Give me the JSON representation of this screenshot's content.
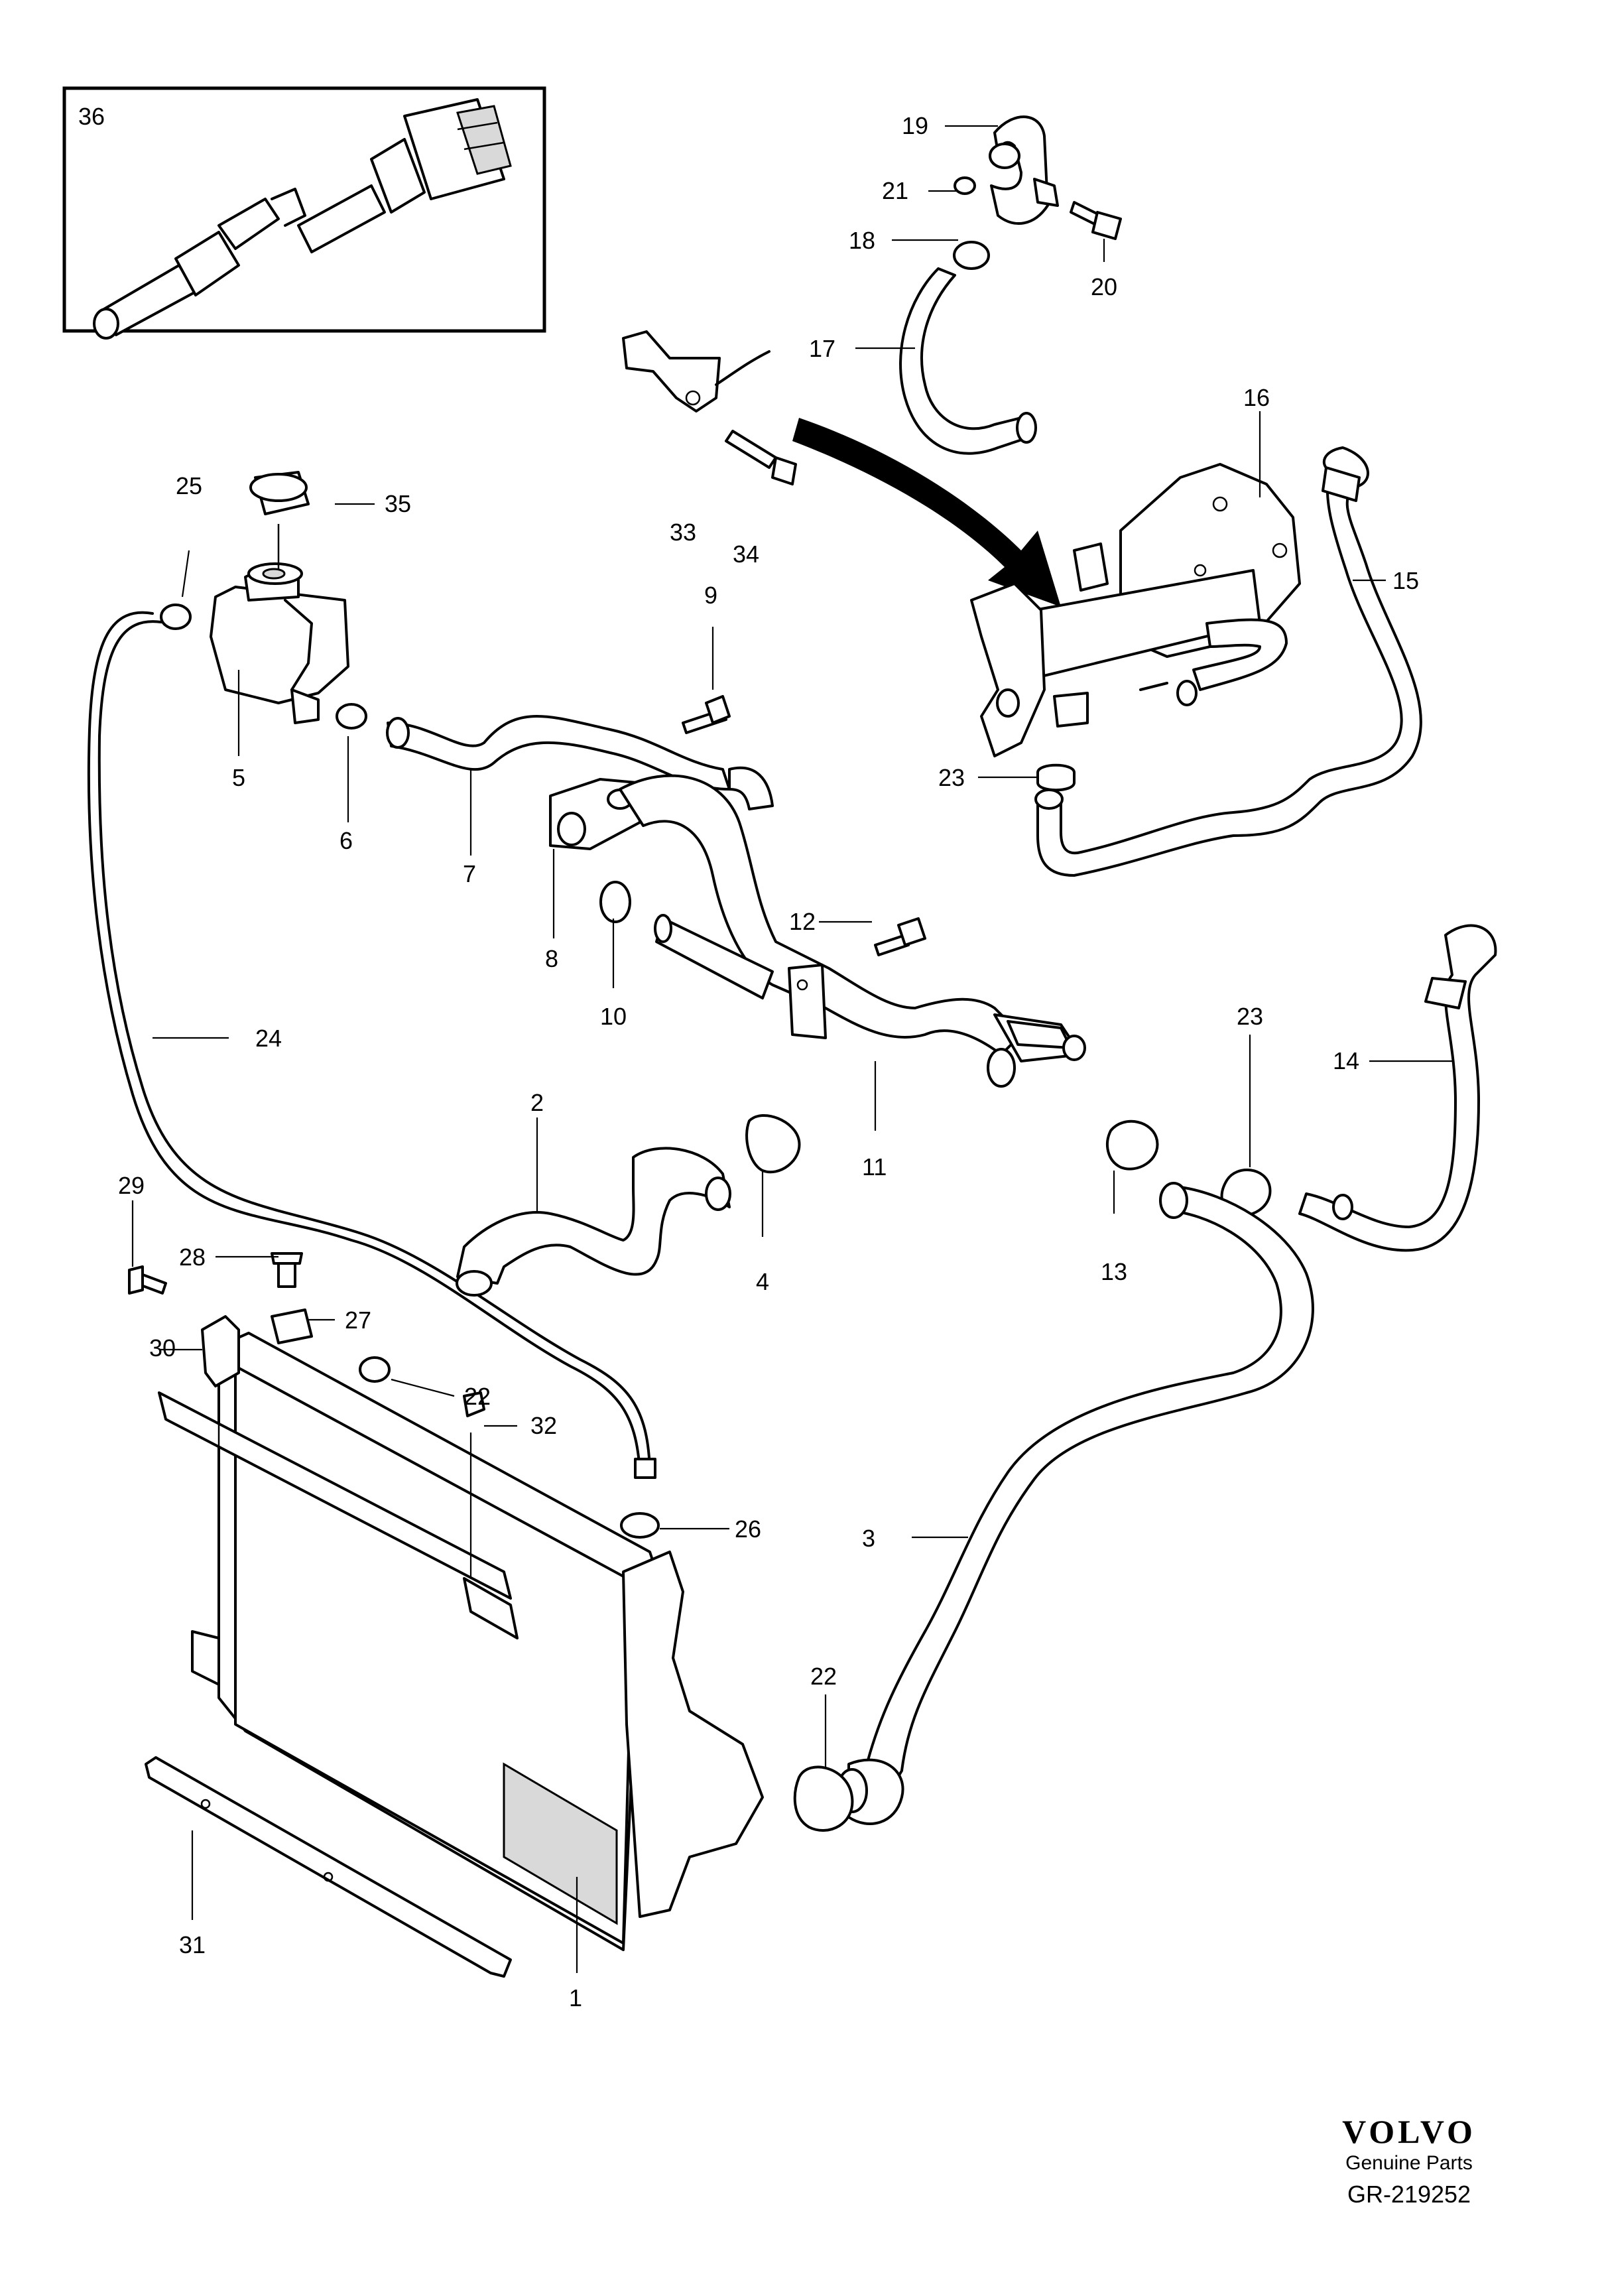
{
  "figure_code": "GR-219252",
  "brand": {
    "logo_text": "VOLVO",
    "tagline": "Genuine Parts"
  },
  "parts": [
    {
      "id": "1",
      "label": "1"
    },
    {
      "id": "2",
      "label": "2"
    },
    {
      "id": "3",
      "label": "3"
    },
    {
      "id": "4",
      "label": "4"
    },
    {
      "id": "5",
      "label": "5"
    },
    {
      "id": "6",
      "label": "6"
    },
    {
      "id": "7",
      "label": "7"
    },
    {
      "id": "8",
      "label": "8"
    },
    {
      "id": "9",
      "label": "9"
    },
    {
      "id": "10",
      "label": "10"
    },
    {
      "id": "11",
      "label": "11"
    },
    {
      "id": "12",
      "label": "12"
    },
    {
      "id": "13",
      "label": "13"
    },
    {
      "id": "14",
      "label": "14"
    },
    {
      "id": "15",
      "label": "15"
    },
    {
      "id": "16",
      "label": "16"
    },
    {
      "id": "17",
      "label": "17"
    },
    {
      "id": "18",
      "label": "18"
    },
    {
      "id": "19",
      "label": "19"
    },
    {
      "id": "20",
      "label": "20"
    },
    {
      "id": "21",
      "label": "21"
    },
    {
      "id": "22a",
      "label": "22"
    },
    {
      "id": "22b",
      "label": "22"
    },
    {
      "id": "23a",
      "label": "23"
    },
    {
      "id": "23b",
      "label": "23"
    },
    {
      "id": "24",
      "label": "24"
    },
    {
      "id": "25",
      "label": "25"
    },
    {
      "id": "26",
      "label": "26"
    },
    {
      "id": "27",
      "label": "27"
    },
    {
      "id": "28",
      "label": "28"
    },
    {
      "id": "29",
      "label": "29"
    },
    {
      "id": "30",
      "label": "30"
    },
    {
      "id": "31",
      "label": "31"
    },
    {
      "id": "32",
      "label": "32"
    },
    {
      "id": "33",
      "label": "33"
    },
    {
      "id": "34",
      "label": "34"
    },
    {
      "id": "35",
      "label": "35"
    },
    {
      "id": "36",
      "label": "36"
    }
  ]
}
